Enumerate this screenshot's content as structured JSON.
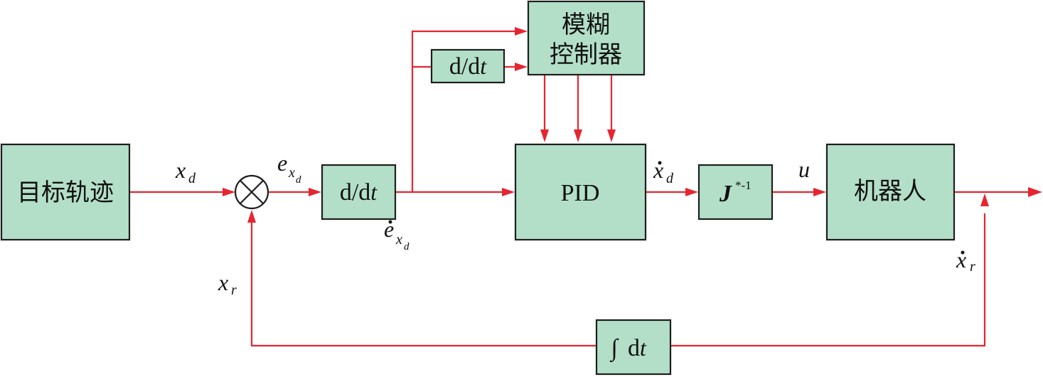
{
  "blocks": {
    "target_trajectory": "目标轨迹",
    "derivative_1": "d/d",
    "derivative_1_var": "t",
    "derivative_2": "d/d",
    "derivative_2_var": "t",
    "fuzzy_line1": "模糊",
    "fuzzy_line2": "控制器",
    "pid": "PID",
    "jacobian": "J",
    "jacobian_sup": "*-1",
    "robot": "机器人",
    "integral_symbol": "∫",
    "integral_d": "d",
    "integral_var": "t"
  },
  "signals": {
    "xd": "x",
    "xd_sub": "d",
    "exd": "e",
    "exd_sub": "x",
    "exd_subsub": "d",
    "exd_dot": "e",
    "exd_dot_sub": "x",
    "exd_dot_subsub": "d",
    "xd_dot": "x",
    "xd_dot_sub": "d",
    "u": "u",
    "xr_dot": "x",
    "xr_dot_sub": "r",
    "xr": "x",
    "xr_sub": "r"
  },
  "colors": {
    "block_fill": "#b3dfc8",
    "wire": "#e52630",
    "outline": "#1e1e1e"
  }
}
